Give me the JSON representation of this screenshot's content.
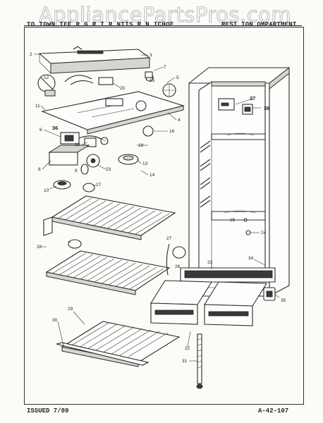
{
  "watermark": "AppliancePartsPros.com",
  "header": {
    "left_text": "TO  TOWN  TEE  R  G  R  T  R       NTIS  R  N  ICHOE",
    "right_text": "RESI  ION  OMPARTMENT"
  },
  "footer": {
    "issued": "ISSUED 7/89",
    "page_code": "A-42-107"
  },
  "callouts": [
    "2",
    "3",
    "4",
    "5",
    "6",
    "7",
    "8",
    "9",
    "10",
    "11",
    "12",
    "13",
    "14",
    "15",
    "16",
    "18",
    "19",
    "20",
    "22",
    "23",
    "24",
    "25",
    "26",
    "27",
    "27",
    "28",
    "29",
    "30",
    "31",
    "33",
    "34",
    "35",
    "36",
    "37",
    "38"
  ]
}
